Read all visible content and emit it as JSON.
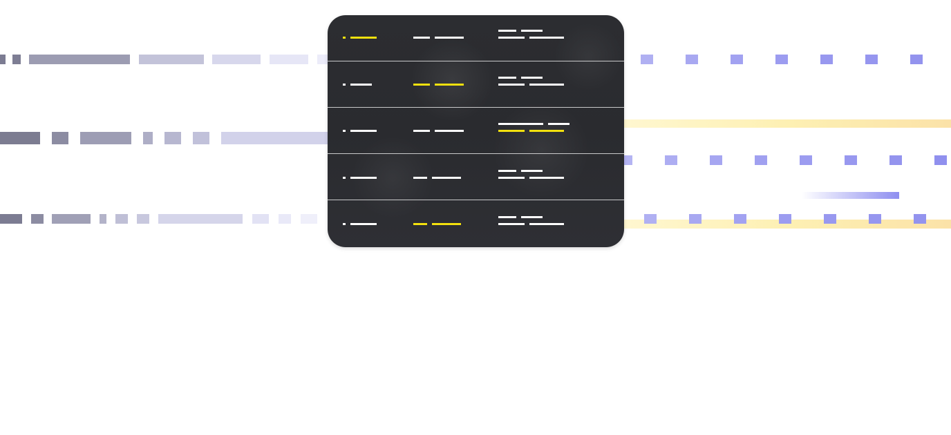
{
  "illustration": {
    "type": "abstract-table-placeholder",
    "rows": 5,
    "columns": 3,
    "highlighted_cells": [
      {
        "row": 1,
        "column": 1
      },
      {
        "row": 2,
        "column": 2
      },
      {
        "row": 3,
        "column": 3,
        "line": 2
      },
      {
        "row": 5,
        "column": 2
      }
    ]
  },
  "colors": {
    "card_background": "#2b2c30",
    "row_divider": "#ffffff",
    "placeholder_text": "#ffffff",
    "highlight": "#f3e10e",
    "streak_gray": "#7c7c93",
    "streak_lavender": "#c9c9e6",
    "streak_blue_squares": "#9494ee",
    "streak_yellow": "#fbe9a2"
  }
}
